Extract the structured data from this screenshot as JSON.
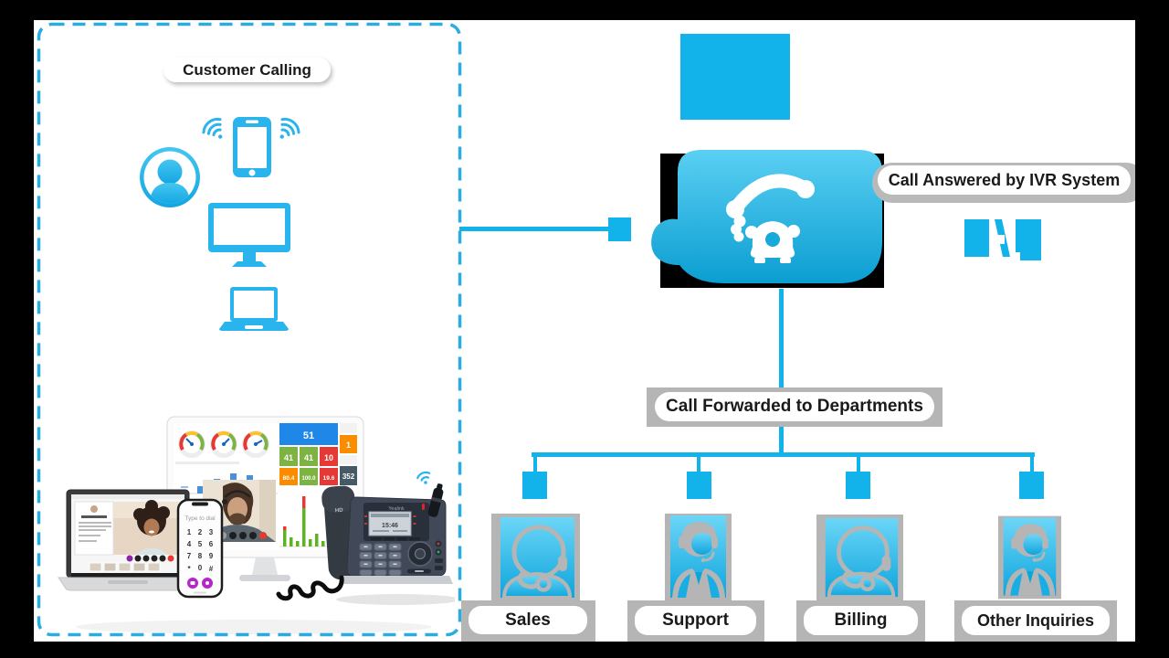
{
  "colors": {
    "primary_cyan": "#12b2ea",
    "dashed_border": "#2aace3",
    "label_gray": "#b5b5b5",
    "text_dark": "#1a1a1a",
    "cloud_gradient_top": "#5acff3",
    "cloud_gradient_bottom": "#0b9ed1",
    "background": "#000000",
    "panel": "#ffffff"
  },
  "customer": {
    "label": "Customer Calling"
  },
  "ivr": {
    "answered_label": "Call Answered by IVR System",
    "ivr_text": "IVR"
  },
  "forward": {
    "label": "Call Forwarded to Departments"
  },
  "departments": [
    {
      "label": "Sales"
    },
    {
      "label": "Support"
    },
    {
      "label": "Billing"
    },
    {
      "label": "Other Inquiries"
    }
  ],
  "collage": {
    "dashboard": {
      "tile_51": "51",
      "tile_1": "1",
      "tile_41a": "41",
      "tile_41b": "41",
      "tile_10": "10",
      "tile_80": "80.4",
      "tile_100": "100.0",
      "tile_19": "19.6",
      "tile_352": "352"
    },
    "softphone": {
      "header": "Type to dial",
      "keys": [
        "1",
        "2",
        "3",
        "4",
        "5",
        "6",
        "7",
        "8",
        "9",
        "*",
        "0",
        "#"
      ]
    },
    "deskphone": {
      "brand": "Yealink",
      "time": "15:46",
      "handset_mark": "HD"
    }
  }
}
